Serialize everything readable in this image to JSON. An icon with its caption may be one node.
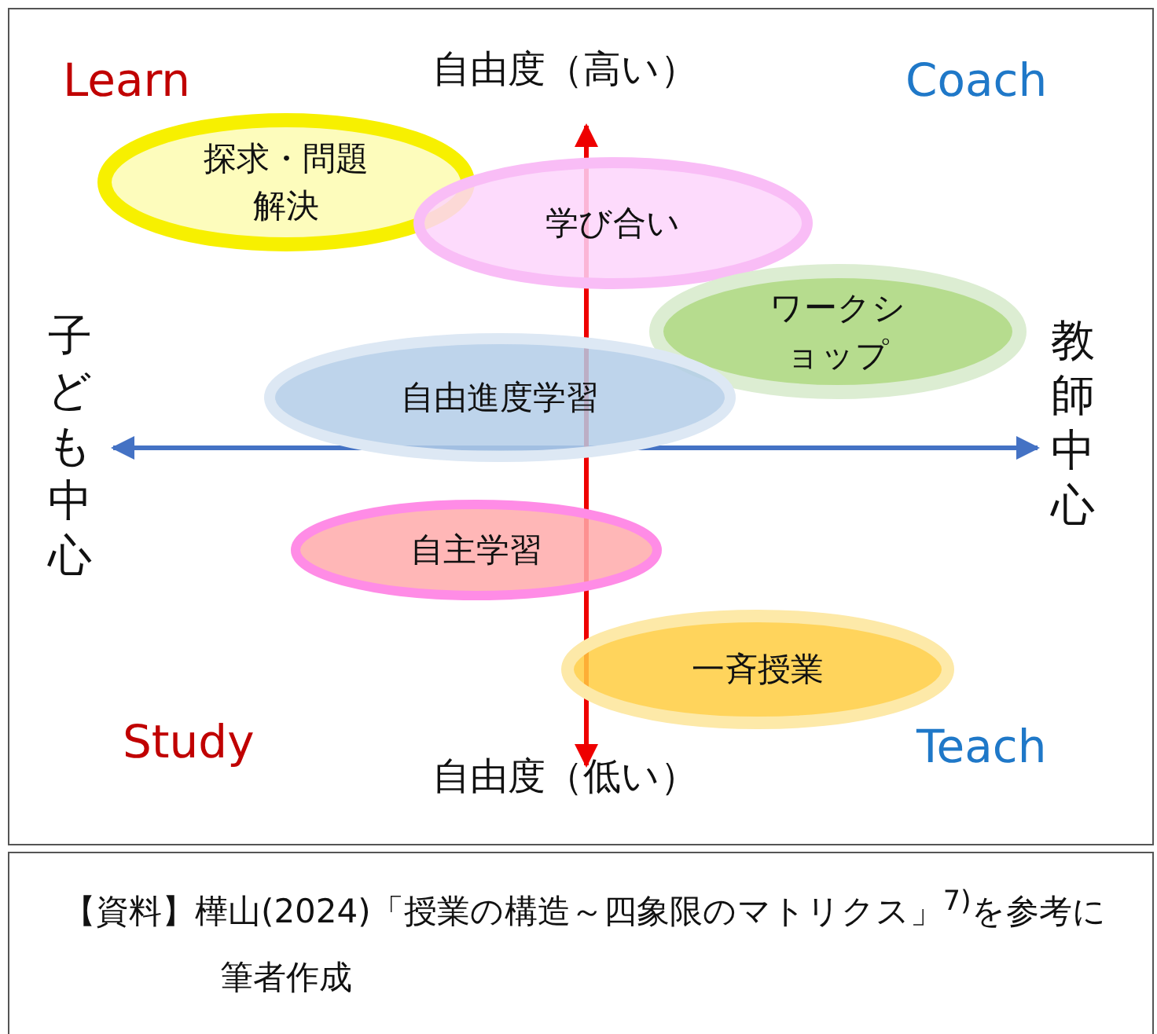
{
  "diagram": {
    "caption": "【資料】樺山(2024)「授業の構造～四象限のマトリクス」$^{7)}$を参考に筆者作成",
    "nodes": [
      {
        "text": [
          "探求・問題解決"
        ]
      },
      {
        "text": [
          "学び合い"
        ]
      },
      {
        "text": [
          "ワークショップ"
        ]
      },
      {
        "text": [
          "自由進度学習"
        ]
      },
      {
        "text": [
          "自主学習"
        ]
      },
      {
        "text": [
          "一斉授業"
        ]
      }
    ],
    "labels": [
      "Learn",
      "自由度（高い）",
      "Coach",
      "子ども中心",
      "教師中心",
      "Study",
      "Teach",
      "自由度（低い）"
    ]
  }
}
